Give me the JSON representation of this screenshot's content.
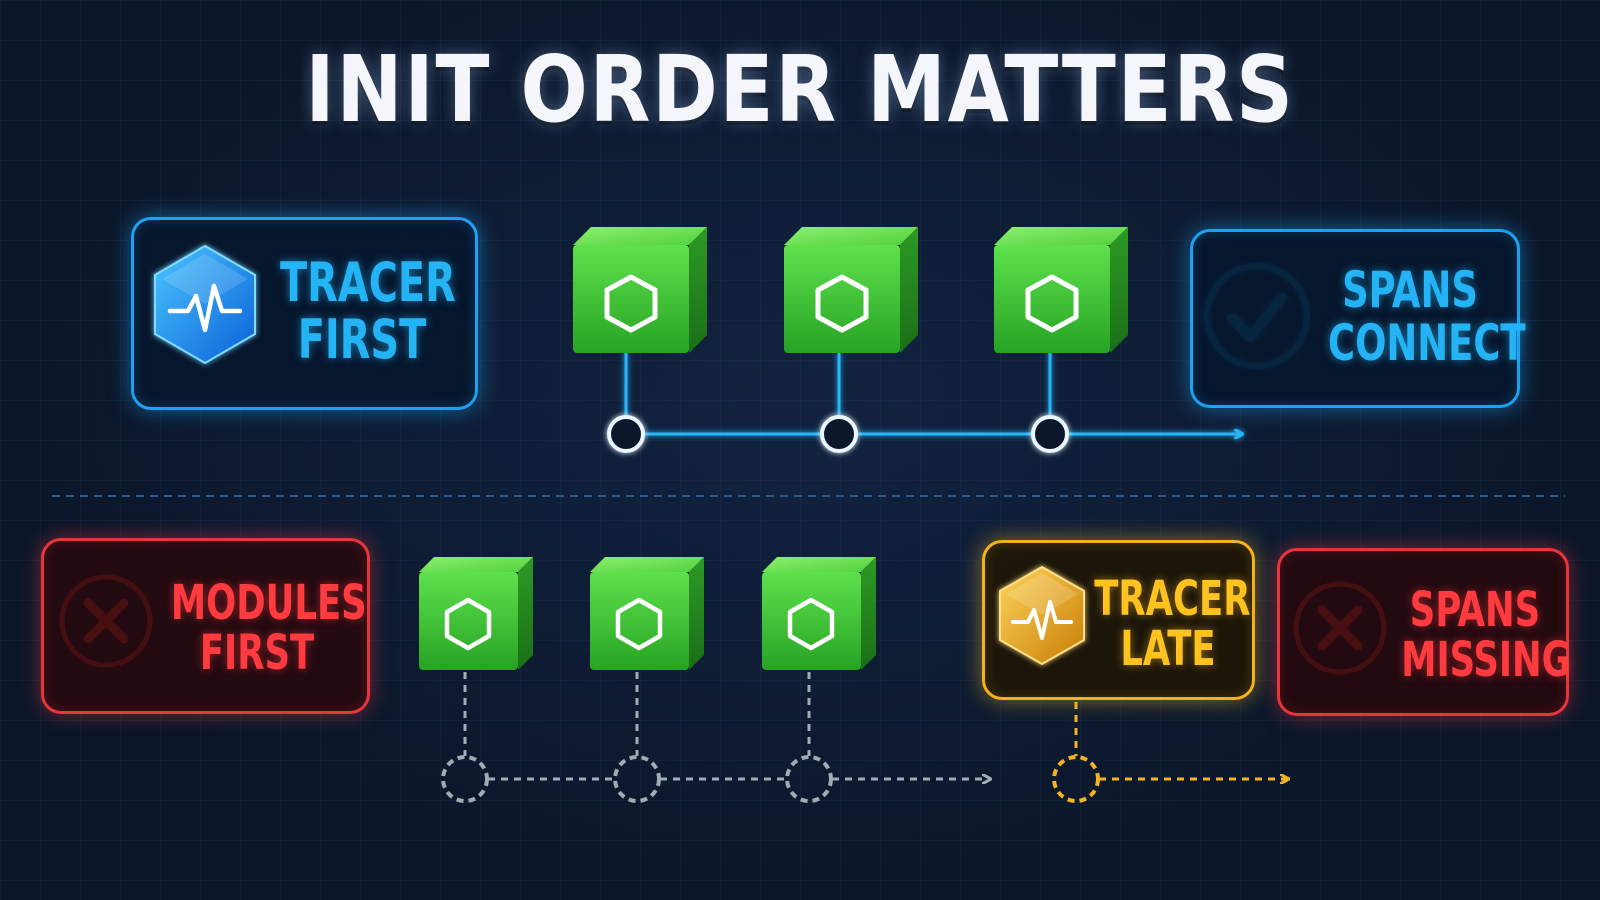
{
  "title": "INIT ORDER MATTERS",
  "top_flow": {
    "start": {
      "line1": "TRACER",
      "line2": "FIRST",
      "icon": "tracer-pulse-icon"
    },
    "modules": [
      {
        "icon": "hexagon-icon"
      },
      {
        "icon": "hexagon-icon"
      },
      {
        "icon": "hexagon-icon"
      }
    ],
    "end": {
      "line1": "SPANS",
      "line2": "CONNECT",
      "icon": "check-circle-icon"
    },
    "span_line": "solid"
  },
  "bottom_flow": {
    "start": {
      "line1": "MODULES",
      "line2": "FIRST",
      "icon": "x-circle-icon"
    },
    "modules": [
      {
        "icon": "hexagon-icon"
      },
      {
        "icon": "hexagon-icon"
      },
      {
        "icon": "hexagon-icon"
      }
    ],
    "tracer": {
      "line1": "TRACER",
      "line2": "LATE",
      "icon": "tracer-pulse-icon"
    },
    "end": {
      "line1": "SPANS",
      "line2": "MISSING",
      "icon": "x-circle-icon"
    },
    "span_line": "dashed"
  },
  "colors": {
    "blue": "#1ea2f0",
    "green": "#3fcf3a",
    "red": "#e8353a",
    "amber": "#f2b21c",
    "gray": "#9aa3ad"
  }
}
